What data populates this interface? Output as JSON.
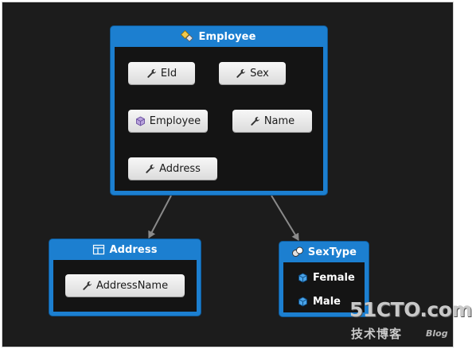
{
  "diagram": {
    "background_color": "#1c1c1c",
    "entity_color": "#1c7fd0",
    "connector_color": "#8a8a8a",
    "entities": {
      "employee": {
        "title": "Employee",
        "header_icon": "entity-type-icon",
        "properties": [
          {
            "label": "EId",
            "icon": "wrench-icon"
          },
          {
            "label": "Sex",
            "icon": "wrench-icon"
          },
          {
            "label": "Employee",
            "icon": "navigation-property-icon"
          },
          {
            "label": "Name",
            "icon": "wrench-icon"
          },
          {
            "label": "Address",
            "icon": "wrench-icon"
          }
        ]
      },
      "address": {
        "title": "Address",
        "header_icon": "complex-type-icon",
        "properties": [
          {
            "label": "AddressName",
            "icon": "wrench-icon"
          }
        ]
      },
      "sextype": {
        "title": "SexType",
        "header_icon": "enum-type-icon",
        "members": [
          {
            "label": "Female",
            "icon": "cube-icon"
          },
          {
            "label": "Male",
            "icon": "cube-icon"
          }
        ]
      }
    },
    "connectors": [
      {
        "from": "Employee",
        "to": "Address"
      },
      {
        "from": "Employee",
        "to": "SexType"
      }
    ]
  },
  "watermark": {
    "main": "51CTO.com",
    "cn": "技术博客",
    "blog": "Blog"
  }
}
